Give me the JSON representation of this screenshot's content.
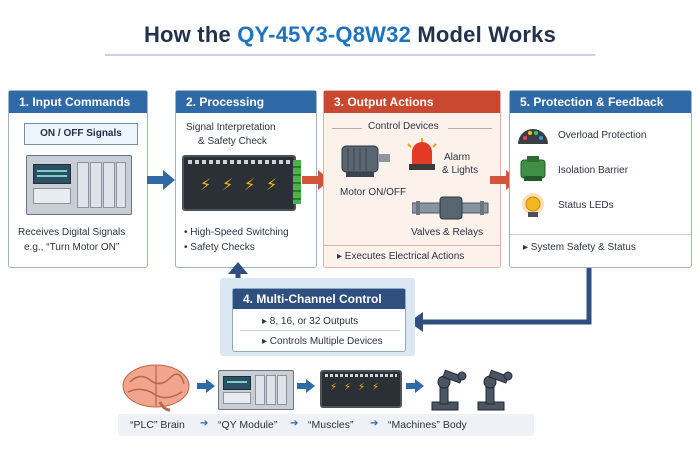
{
  "title": {
    "prefix": "How the ",
    "model": "QY-45Y3-Q8W32",
    "suffix": " Model Works"
  },
  "stages": {
    "input": {
      "header": "1. Input Commands",
      "signal_label": "ON / OFF Signals",
      "desc1": "Receives Digital Signals",
      "desc2": "e.g., “Turn Motor ON”"
    },
    "processing": {
      "header": "2. Processing",
      "sub1": "Signal Interpretation",
      "sub2": "& Safety Check",
      "bullet1": "• High-Speed Switching",
      "bullet2": "• Safety Checks"
    },
    "output": {
      "header": "3. Output Actions",
      "sub": "Control Devices",
      "motor": "Motor ON/OFF",
      "alarm1": "Alarm",
      "alarm2": "& Lights",
      "valves": "Valves & Relays",
      "footer": "▸ Executes Electrical Actions"
    },
    "protection": {
      "header": "5. Protection & Feedback",
      "item1": "Overload Protection",
      "item2": "Isolation Barrier",
      "item3": "Status LEDs",
      "footer": "▸ System Safety & Status"
    },
    "multichannel": {
      "header": "4. Multi-Channel Control",
      "bullet1": "▸ 8, 16, or 32 Outputs",
      "bullet2": "▸ Controls Multiple Devices"
    }
  },
  "analogy": {
    "l1": "“PLC” Brain",
    "l2": "“QY Module”",
    "l3": "“Muscles”",
    "l4": "“Machines” Body",
    "arrow": "➔"
  },
  "colors": {
    "blue": "#2f6aa6",
    "red": "#c9482f",
    "title_accent": "#1e73be"
  }
}
